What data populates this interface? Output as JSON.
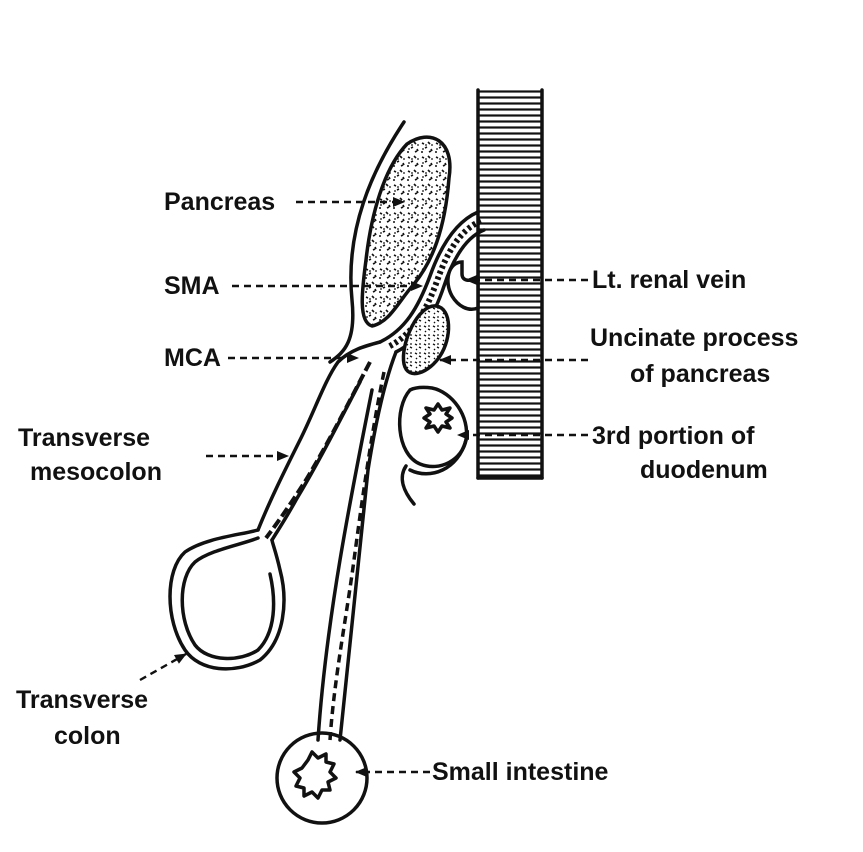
{
  "labels": {
    "pancreas": "Pancreas",
    "sma": "SMA",
    "mca": "MCA",
    "transverse_mesocolon_1": "Transverse",
    "transverse_mesocolon_2": "mesocolon",
    "transverse_colon_1": "Transverse",
    "transverse_colon_2": "colon",
    "lt_renal_vein": "Lt. renal vein",
    "uncinate_1": "Uncinate process",
    "uncinate_2": "of pancreas",
    "duodenum_1": "3rd portion of",
    "duodenum_2": "duodenum",
    "small_intestine": "Small intestine"
  },
  "colors": {
    "ink": "#111111",
    "background": "#ffffff"
  }
}
